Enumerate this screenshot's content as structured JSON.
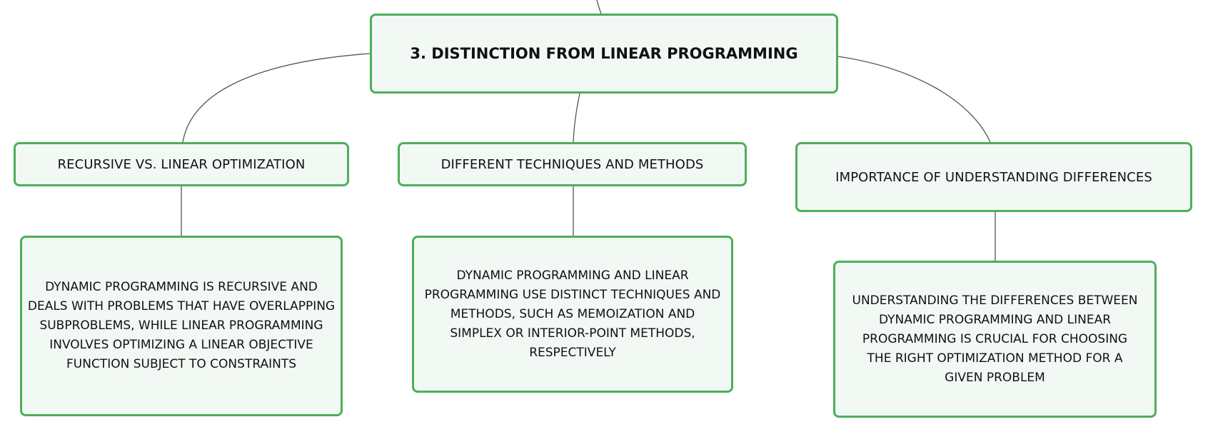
{
  "root": {
    "label": "3. DISTINCTION FROM LINEAR PROGRAMMING"
  },
  "branches": [
    {
      "label": "RECURSIVE VS. LINEAR OPTIMIZATION",
      "detail": "DYNAMIC PROGRAMMING IS RECURSIVE AND DEALS WITH PROBLEMS THAT HAVE OVERLAPPING SUBPROBLEMS, WHILE LINEAR PROGRAMMING INVOLVES OPTIMIZING A LINEAR OBJECTIVE FUNCTION SUBJECT TO CONSTRAINTS"
    },
    {
      "label": "DIFFERENT TECHNIQUES AND METHODS",
      "detail": "DYNAMIC PROGRAMMING AND LINEAR PROGRAMMING USE DISTINCT TECHNIQUES AND METHODS, SUCH AS MEMOIZATION AND SIMPLEX OR INTERIOR-POINT METHODS, RESPECTIVELY"
    },
    {
      "label": "IMPORTANCE OF UNDERSTANDING DIFFERENCES",
      "detail": "UNDERSTANDING THE DIFFERENCES BETWEEN DYNAMIC PROGRAMMING AND LINEAR PROGRAMMING IS CRUCIAL FOR CHOOSING THE RIGHT OPTIMIZATION METHOD FOR A GIVEN PROBLEM"
    }
  ],
  "colors": {
    "node_border": "#4caf5a",
    "node_fill": "#f2f9f4",
    "connector": "#555555",
    "text": "#111111"
  }
}
